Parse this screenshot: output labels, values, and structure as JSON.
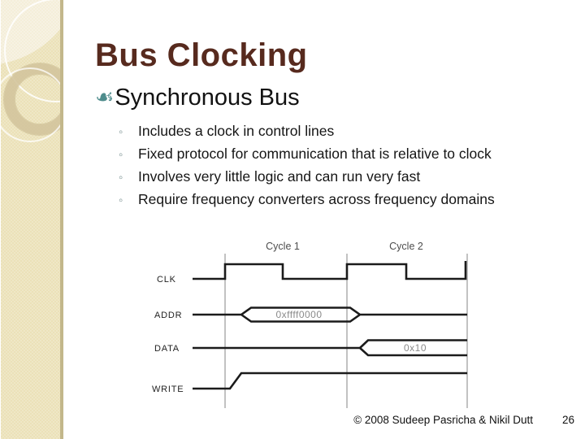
{
  "slide": {
    "title": "Bus Clocking",
    "main_bullet": "Synchronous Bus",
    "sub_bullets": [
      "Includes a clock in control lines",
      "Fixed protocol for communication that is relative to clock",
      "Involves very little logic and can run very fast",
      "Require frequency converters across frequency domains"
    ],
    "footer": {
      "copyright": "© 2008 Sudeep Pasricha  & Nikil Dutt",
      "page_number": "26"
    }
  },
  "diagram": {
    "cycle_labels": [
      "Cycle 1",
      "Cycle 2"
    ],
    "signals": [
      "CLK",
      "ADDR",
      "DATA",
      "WRITE"
    ],
    "addr_value": "0xffff0000",
    "data_value": "0x10"
  },
  "icons": {
    "flourish_glyph": "☙",
    "circle_bullet_glyph": "◦"
  },
  "colors": {
    "title_brown": "#572a1e",
    "bullet_teal": "#4e8c8c",
    "sidebar_beige": "#ebe1b8",
    "sidebar_edge": "#c3b78b",
    "waveform_black": "#1b1b1b",
    "refline_gray": "#a9a9a9"
  }
}
